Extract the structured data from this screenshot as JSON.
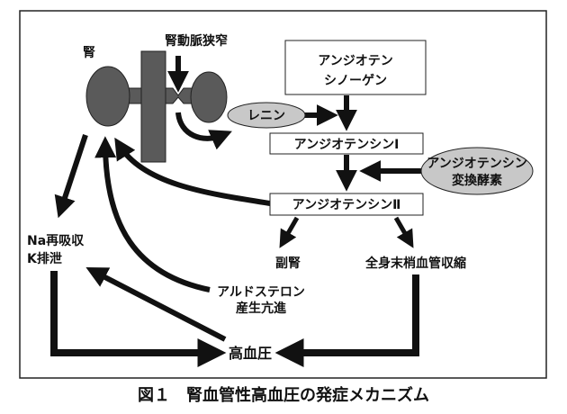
{
  "caption": "図１　腎血管性高血圧の発症メカニズム",
  "labels": {
    "kidney": "腎",
    "stenosis": "腎動脈狭窄",
    "angiotensinogen_1": "アンジオテン",
    "angiotensinogen_2": "シノーゲン",
    "renin": "レニン",
    "angiotensin1": "アンジオテンシンⅠ",
    "ace_1": "アンジオテンシン",
    "ace_2": "変換酵素",
    "angiotensin2": "アンジオテンシンⅡ",
    "adrenal": "副腎",
    "vasoconstriction": "全身末梢血管収縮",
    "na_1": "Na再吸収",
    "na_2": "K排泄",
    "aldosterone_1": "アルドステロン",
    "aldosterone_2": "産生亢進",
    "hypertension": "高血圧"
  },
  "colors": {
    "organ": "#5a5a5a",
    "enzyme": "#c8c8c8",
    "arrow": "#111111"
  }
}
